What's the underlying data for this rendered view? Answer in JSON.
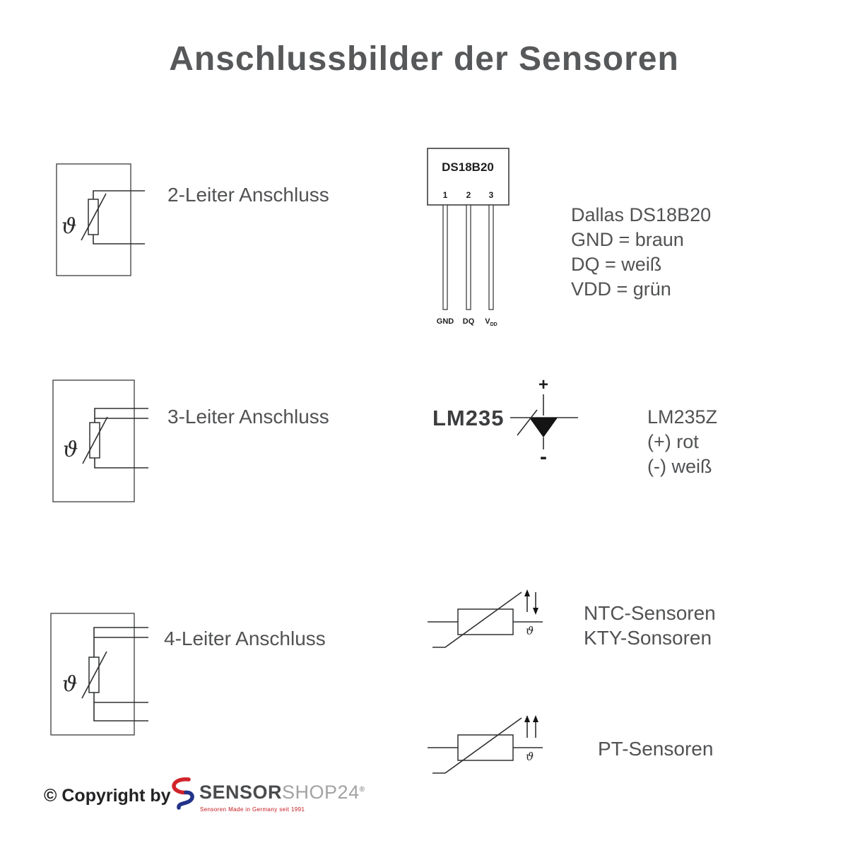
{
  "page": {
    "title": "Anschlussbilder der Sensoren"
  },
  "symbols": {
    "theta": "ϑ",
    "plus": "+",
    "minus": "-"
  },
  "wiring": {
    "two_wire_label": "2-Leiter Anschluss",
    "three_wire_label": "3-Leiter Anschluss",
    "four_wire_label": "4-Leiter Anschluss"
  },
  "ds18b20": {
    "chip_label": "DS18B20",
    "pin_numbers": [
      "1",
      "2",
      "3"
    ],
    "pin_gnd": "GND",
    "pin_dq": "DQ",
    "pin_vdd_base": "V",
    "pin_vdd_sub": "DD",
    "info_lines": [
      "Dallas DS18B20",
      "GND = braun",
      "DQ = weiß",
      "VDD = grün"
    ]
  },
  "lm235": {
    "symbol_label": "LM235",
    "info_lines": [
      "LM235Z",
      "(+) rot",
      "(-) weiß"
    ]
  },
  "ntc": {
    "info_lines": [
      "NTC-Sensoren",
      "KTY-Sonsoren"
    ]
  },
  "pt": {
    "info_lines": [
      "PT-Sensoren"
    ]
  },
  "footer": {
    "copyright": "© Copyright by",
    "brand_bold": "SENSOR",
    "brand_light": "SHOP24",
    "registered": "®",
    "tagline": "Sensoren Made in Germany seit 1991"
  },
  "colors": {
    "accent_red": "#d2232a",
    "accent_blue": "#23338a",
    "text_gray": "#515254"
  }
}
